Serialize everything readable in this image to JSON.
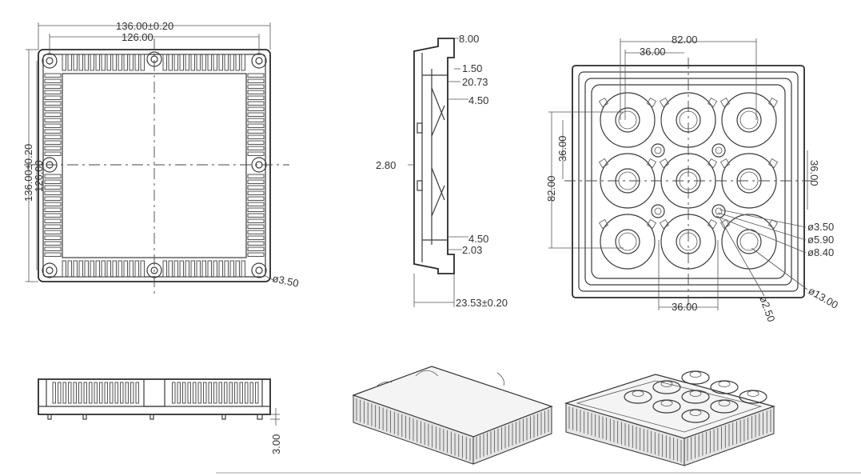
{
  "front_view": {
    "dims": {
      "overall_width": "136.00±0.20",
      "hole_pitch_x": "126.00",
      "overall_height": "136.00±0.20",
      "hole_pitch_y": "126.00",
      "corner_hole": "ø3.50"
    }
  },
  "side_section": {
    "dims": {
      "top_step": "8.00",
      "lip": "1.50",
      "depth": "20.73",
      "upper_rib": "4.50",
      "wall": "2.80",
      "lower_rib": "4.50",
      "base": "2.03",
      "overall_height": "23.53±0.20"
    }
  },
  "back_view": {
    "dims": {
      "pitch_outer_top": "82.00",
      "pitch_inner_top": "36.00",
      "pitch_outer_left": "82.00",
      "pitch_inner_left": "36.00",
      "pitch_right": "36.00",
      "pitch_bottom": "36.00",
      "hole_small": "ø3.50",
      "hole_mid": "ø5.90",
      "hole_large": "ø8.40",
      "lens_dia": "ø13.00",
      "pin": "ø2.50"
    }
  },
  "bottom_view": {
    "dims": {
      "foot_height": "3.00"
    }
  }
}
